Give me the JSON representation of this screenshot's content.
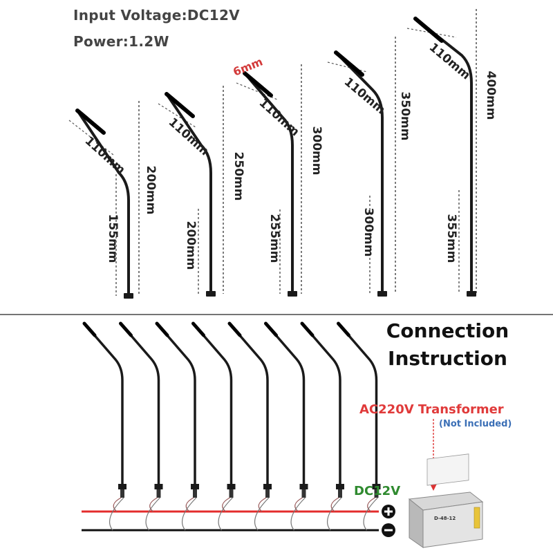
{
  "specs": {
    "input_voltage": "Input Voltage:DC12V",
    "power": "Power:1.2W"
  },
  "dimensions": {
    "head_length": "110mm",
    "diameter_note": "6mm",
    "lamps": [
      {
        "total": "200mm",
        "stem": "155mm"
      },
      {
        "total": "250mm",
        "stem": "200mm"
      },
      {
        "total": "300mm",
        "stem": "255mm"
      },
      {
        "total": "350mm",
        "stem": "300mm"
      },
      {
        "total": "400mm",
        "stem": "355mm"
      }
    ]
  },
  "connection": {
    "title_line1": "Connection",
    "title_line2": "Instruction",
    "transformer_label": "AC220V Transformer",
    "transformer_note": "(Not Included)",
    "dc_label": "DC12V",
    "lamp_count": 8,
    "transformer_model": "D-48-12"
  },
  "colors": {
    "positive_wire": "#e32b2b",
    "negative_wire": "#111111",
    "transformer_label": "#e03a3a",
    "note": "#3b6fb6",
    "dc_label": "#2f8a2f",
    "diameter_note": "#d33a3a",
    "lamp": "#1a1a1a",
    "divider": "#222222"
  },
  "icons": [
    "plus-icon",
    "minus-icon",
    "arrow-down-icon",
    "transformer-icon",
    "lamp-icon"
  ]
}
